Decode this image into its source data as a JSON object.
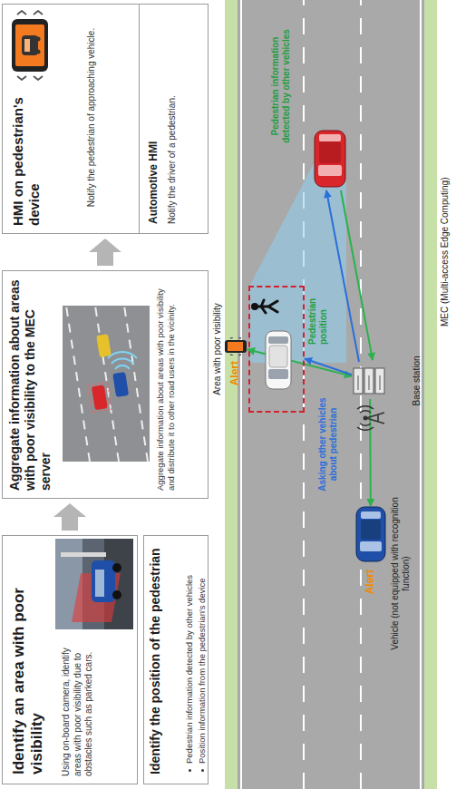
{
  "diagram": {
    "nodes": [
      {
        "text": [
          "Identify an area with poor visibility",
          "Using on-board camera, identify areas with poor visibility due to obstacles such as parked cars."
        ]
      },
      {
        "text": [
          "Identify the position of the pedestrian",
          "Pedestrian information detected by other vehicles",
          "Position information from the pedestrian's device"
        ]
      },
      {
        "text": [
          "Aggregate information about areas with poor visibility to the MEC server",
          "Aggregate information about areas with poor visibility and distribute it to other road users in the vicinity."
        ]
      },
      {
        "text": [
          "HMI on pedestrian's device",
          "Notify the pedestrian of approaching vehicle."
        ]
      },
      {
        "text": [
          "Automotive HMI",
          "Notify the driver of a pedestrian."
        ],
        "in": 3
      },
      {
        "text": [
          "Area with poor visibility"
        ]
      },
      {
        "text": [
          "Alert"
        ]
      },
      {
        "text": [
          "Vehicle (not equipped with recognition function)",
          "Alert"
        ]
      },
      {
        "text": [
          "Base station",
          "MEC (Multi-access Edge Computing)"
        ]
      }
    ],
    "edges": [
      {
        "from": 0,
        "to": 2,
        "arrow": "to"
      },
      {
        "from": 2,
        "to": 3,
        "arrow": "to"
      },
      {
        "from": 6,
        "to": 8,
        "arrow": "both",
        "label": "Pedestrian position"
      },
      {
        "from": 8,
        "to": 5,
        "arrow": "to",
        "label": "Asking other vehicles about pedestrian"
      },
      {
        "from": 8,
        "to": 7,
        "arrow": "to"
      }
    ],
    "labels": [
      "Pedestrian information detected by other vehicles"
    ]
  }
}
